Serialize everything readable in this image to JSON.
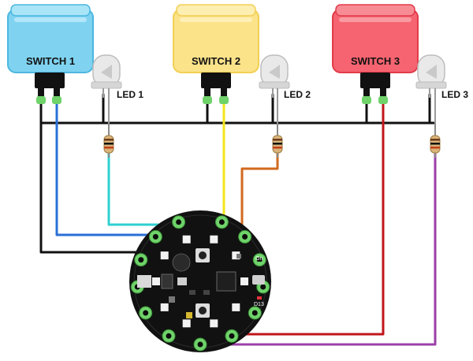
{
  "switches": [
    {
      "label": "SWITCH 1",
      "color": "#7fd3f0",
      "rim": "#4bb7df"
    },
    {
      "label": "SWITCH 2",
      "color": "#fbe38a",
      "rim": "#f2cf52"
    },
    {
      "label": "SWITCH 3",
      "color": "#f56470",
      "rim": "#e23b4a"
    }
  ],
  "leds": [
    {
      "label": "LED 1"
    },
    {
      "label": "LED 2"
    },
    {
      "label": "LED 3"
    }
  ],
  "board": {
    "name": "circuit-playground",
    "color": "#111111",
    "pad_color": "#6fd36a",
    "on_label": "On",
    "d13_label": "D13"
  },
  "wires": {
    "ground": "#111111",
    "switch1": "#2a6fd6",
    "led1": "#2fd0d0",
    "switch2": "#f3e61b",
    "led2": "#d2691e",
    "switch3": "#c0161a",
    "led3": "#9b3fa8"
  }
}
